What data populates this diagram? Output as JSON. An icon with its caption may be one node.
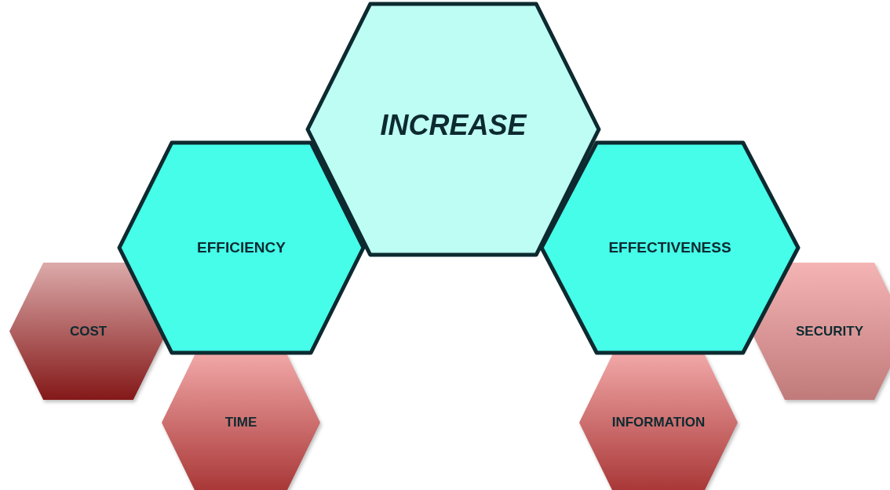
{
  "diagram": {
    "nodes": [
      {
        "text": [
          "INCREASE"
        ]
      },
      {
        "text": [
          "EFFICIENCY"
        ]
      },
      {
        "text": [
          "EFFECTIVENESS"
        ]
      },
      {
        "text": [
          "COST"
        ]
      },
      {
        "text": [
          "SECURITY"
        ]
      },
      {
        "text": [
          "TIME"
        ]
      },
      {
        "text": [
          "INFORMATION"
        ]
      }
    ]
  }
}
